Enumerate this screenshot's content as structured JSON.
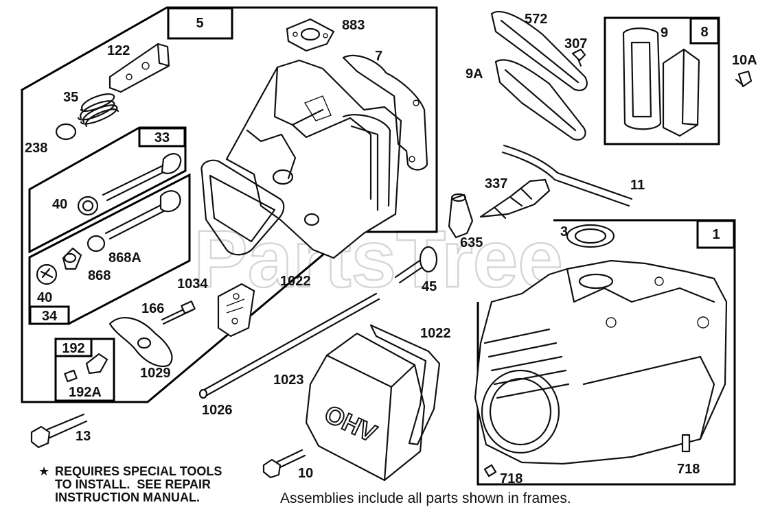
{
  "watermark": "PartsTree",
  "boxed_labels": {
    "head_assembly": "5",
    "valve_33": "33",
    "valve_34": "34",
    "breather": "8",
    "block": "1",
    "fitting": "192"
  },
  "part_labels": {
    "p883": "883",
    "p122": "122",
    "p7": "7",
    "p35": "35",
    "p238": "238",
    "p40a": "40",
    "p40b": "40",
    "p868a": "868A",
    "p868": "868",
    "p572": "572",
    "p307": "307",
    "p9": "9",
    "p9a": "9A",
    "p10a": "10A",
    "p337": "337",
    "p11": "11",
    "p635": "635",
    "p3": "3",
    "p1034": "1034",
    "p1022a": "1022",
    "p45": "45",
    "p166": "166",
    "p1029": "1029",
    "p192a": "192A",
    "p1023": "1023",
    "p1022b": "1022",
    "p1026": "1026",
    "p13": "13",
    "p10": "10",
    "p718a": "718",
    "p718b": "718"
  },
  "notes": {
    "star": "★",
    "special_tools": "REQUIRES SPECIAL TOOLS\nTO INSTALL.  SEE REPAIR\nINSTRUCTION MANUAL.",
    "assemblies": "Assemblies include all parts shown in frames."
  },
  "cover_text": "OHV"
}
